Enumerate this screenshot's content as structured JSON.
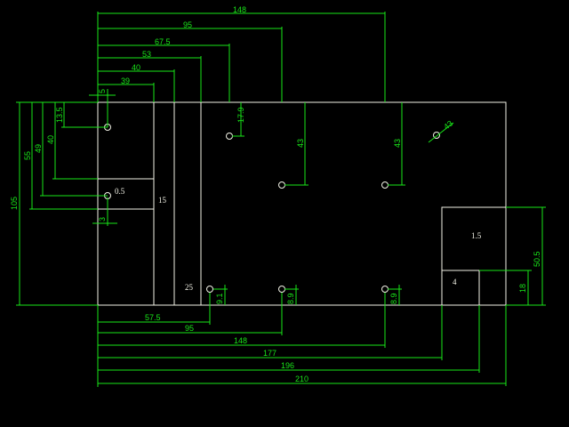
{
  "colors": {
    "background": "#000000",
    "outline": "#f2f2e6",
    "dimension": "#19e619"
  },
  "top_dimensions": [
    "148",
    "95",
    "67.5",
    "53",
    "40",
    "39",
    "5"
  ],
  "left_dimensions": [
    "105",
    "55",
    "49",
    "40",
    "13.5",
    "3"
  ],
  "bottom_dimensions": [
    "57.5",
    "95",
    "148",
    "177",
    "196",
    "210"
  ],
  "right_dimensions": [
    "50.5",
    "18"
  ],
  "inner_dimensions": {
    "d17_9": "17.9",
    "d43_mid": "43",
    "d43_right": "43",
    "d43_diag": "43",
    "d91": "9.1",
    "d89_a": "8.9",
    "d89_b": "8.9"
  },
  "part_labels": {
    "p05": "0.5",
    "p15": "15",
    "p25": "25",
    "p15b": "1.5",
    "p4": "4"
  }
}
